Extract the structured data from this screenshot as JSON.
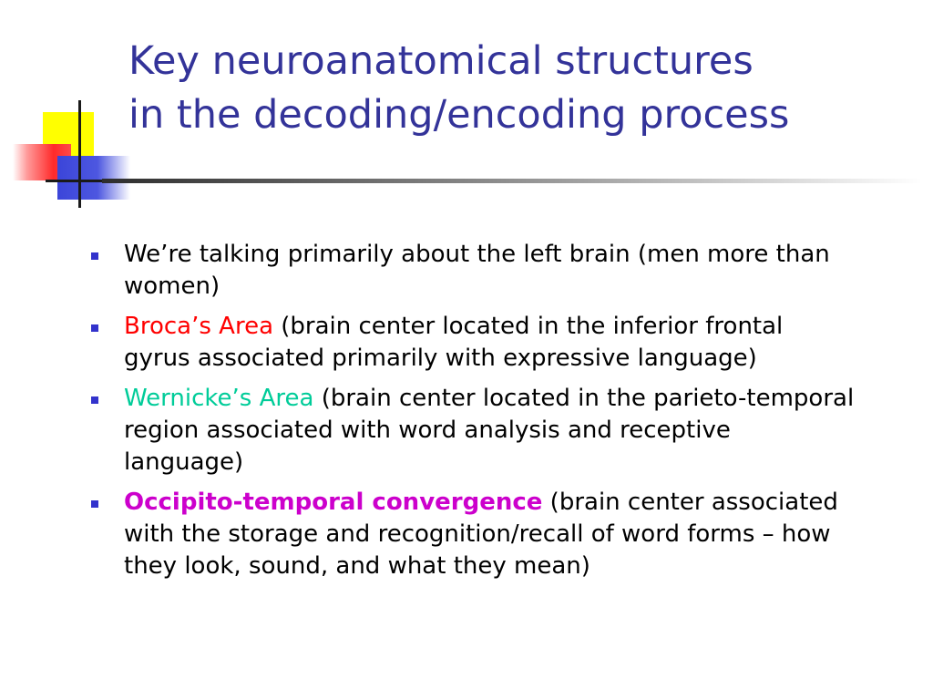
{
  "slide": {
    "title_line1": "Key neuroanatomical structures",
    "title_line2": "in the decoding/encoding process",
    "colors": {
      "title": "#333399",
      "bullet_marker": "#3333cc",
      "broca": "#ff0000",
      "wernicke": "#00cc99",
      "occipito": "#cc00cc"
    },
    "bullets": [
      {
        "text": "We’re talking primarily about the left brain (men more than women)"
      },
      {
        "term": "Broca’s Area",
        "text": " (brain center located in the inferior frontal gyrus associated primarily with expressive language)"
      },
      {
        "term": "Wernicke’s Area",
        "text": " (brain center located in the parieto-temporal region associated with word analysis and receptive language)"
      },
      {
        "term": "Occipito-temporal convergence",
        "text": " (brain center associated with the storage and recognition/recall of word forms – how they look, sound, and what they mean)"
      }
    ]
  }
}
